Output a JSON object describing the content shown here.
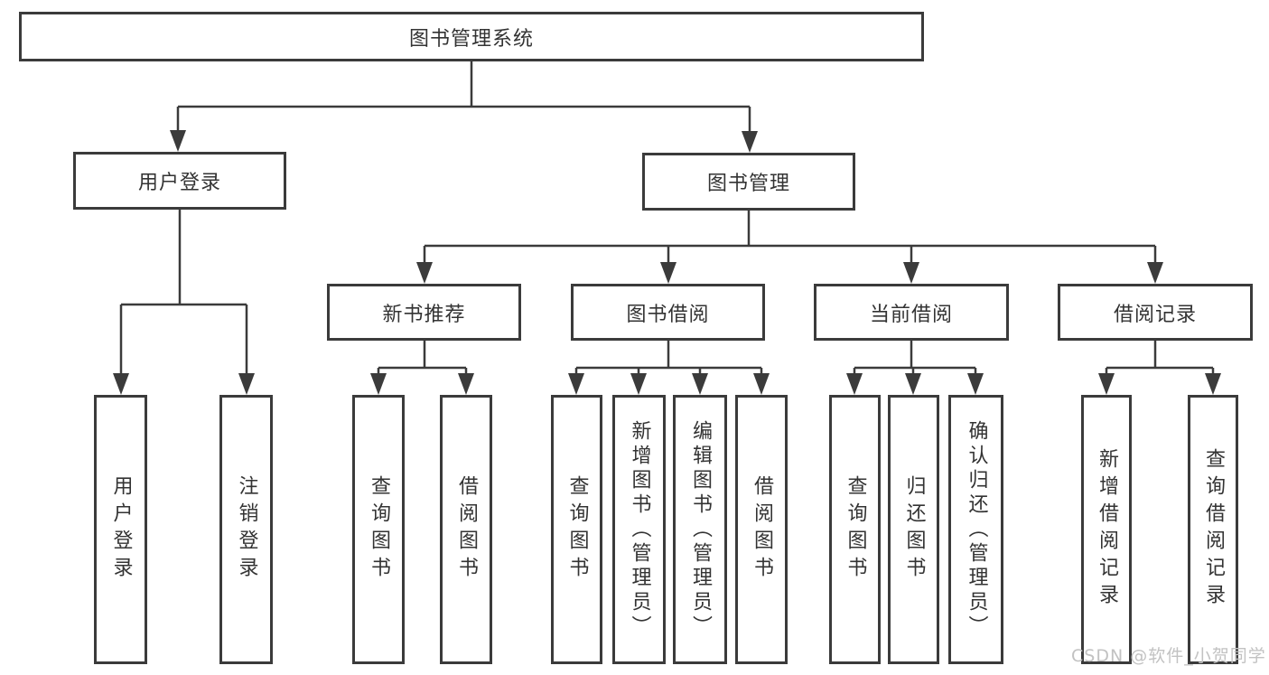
{
  "colors": {
    "line": "#3b3b3b",
    "text": "#333333",
    "watermark": "#c2c2c2",
    "bg": "#ffffff"
  },
  "watermark": {
    "text": "CSDN @软件_小贺同学"
  },
  "nodes": {
    "root": {
      "label": "图书管理系统"
    },
    "level2": [
      {
        "label": "用户登录"
      },
      {
        "label": "图书管理"
      }
    ],
    "level3": [
      {
        "label": "新书推荐"
      },
      {
        "label": "图书借阅"
      },
      {
        "label": "当前借阅"
      },
      {
        "label": "借阅记录"
      }
    ],
    "leaves": [
      {
        "label": "用户登录"
      },
      {
        "label": "注销登录"
      },
      {
        "label": "查询图书"
      },
      {
        "label": "借阅图书"
      },
      {
        "label": "查询图书"
      },
      {
        "label": "新增图书（管理员）"
      },
      {
        "label": "编辑图书（管理员）"
      },
      {
        "label": "借阅图书"
      },
      {
        "label": "查询图书"
      },
      {
        "label": "归还图书"
      },
      {
        "label": "确认归还（管理员）"
      },
      {
        "label": "新增借阅记录"
      },
      {
        "label": "查询借阅记录"
      }
    ]
  }
}
